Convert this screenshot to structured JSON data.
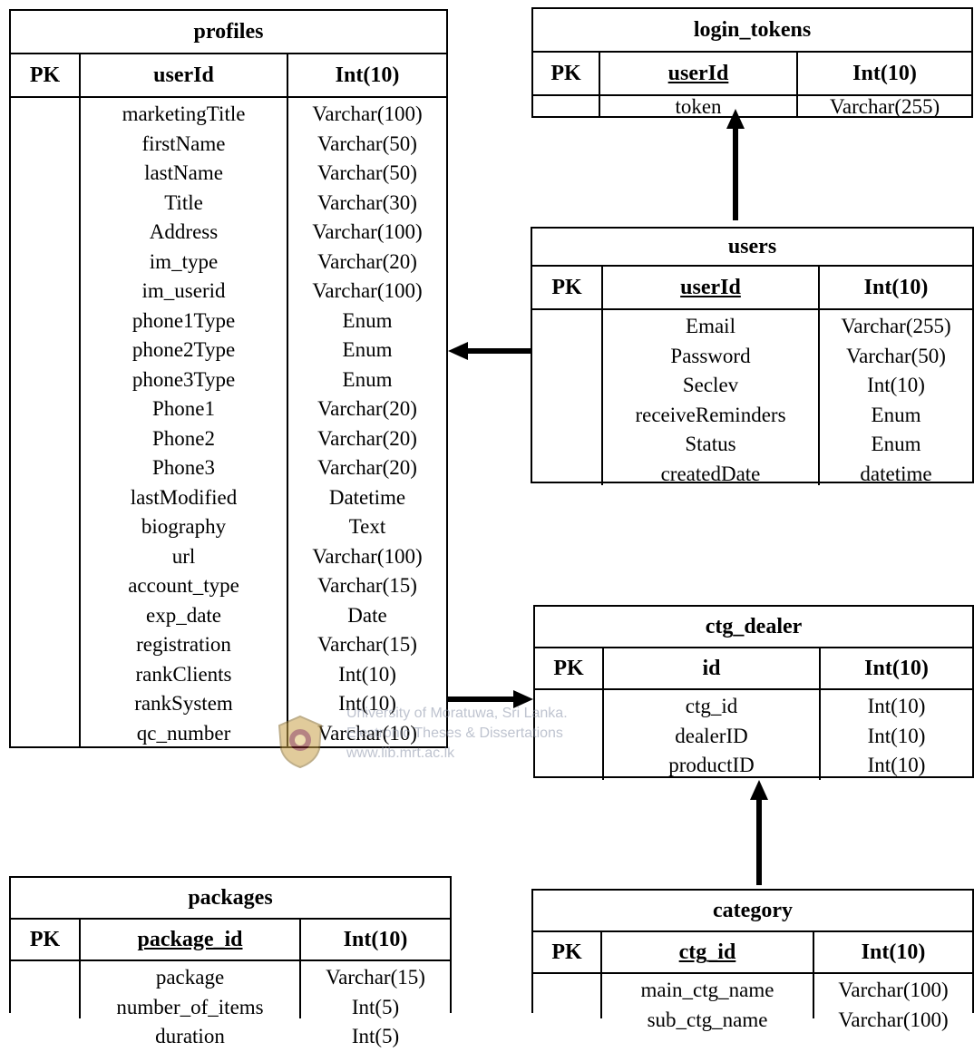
{
  "tables": {
    "profiles": {
      "name": "profiles",
      "pk_label": "PK",
      "key_field": "userId",
      "key_type": "Int(10)",
      "fields": [
        {
          "name": "marketingTitle",
          "type": "Varchar(100)"
        },
        {
          "name": "firstName",
          "type": "Varchar(50)"
        },
        {
          "name": "lastName",
          "type": "Varchar(50)"
        },
        {
          "name": "Title",
          "type": "Varchar(30)"
        },
        {
          "name": "Address",
          "type": "Varchar(100)"
        },
        {
          "name": "im_type",
          "type": "Varchar(20)"
        },
        {
          "name": "im_userid",
          "type": "Varchar(100)"
        },
        {
          "name": "phone1Type",
          "type": "Enum"
        },
        {
          "name": "phone2Type",
          "type": "Enum"
        },
        {
          "name": "phone3Type",
          "type": "Enum"
        },
        {
          "name": "Phone1",
          "type": "Varchar(20)"
        },
        {
          "name": "Phone2",
          "type": "Varchar(20)"
        },
        {
          "name": "Phone3",
          "type": "Varchar(20)"
        },
        {
          "name": "lastModified",
          "type": "Datetime"
        },
        {
          "name": "biography",
          "type": "Text"
        },
        {
          "name": "url",
          "type": "Varchar(100)"
        },
        {
          "name": "account_type",
          "type": "Varchar(15)"
        },
        {
          "name": "exp_date",
          "type": "Date"
        },
        {
          "name": "registration",
          "type": "Varchar(15)"
        },
        {
          "name": "rankClients",
          "type": "Int(10)"
        },
        {
          "name": "rankSystem",
          "type": "Int(10)"
        },
        {
          "name": "qc_number",
          "type": "Varchar(10)"
        }
      ]
    },
    "login_tokens": {
      "name": "login_tokens",
      "pk_label": "PK",
      "key_field": "userId",
      "key_type": "Int(10)",
      "fields": [
        {
          "name": "token",
          "type": "Varchar(255)"
        }
      ]
    },
    "users": {
      "name": "users",
      "pk_label": "PK",
      "key_field": "userId",
      "key_type": "Int(10)",
      "fields": [
        {
          "name": "Email",
          "type": "Varchar(255)"
        },
        {
          "name": "Password",
          "type": "Varchar(50)"
        },
        {
          "name": "Seclev",
          "type": "Int(10)"
        },
        {
          "name": "receiveReminders",
          "type": "Enum"
        },
        {
          "name": "Status",
          "type": "Enum"
        },
        {
          "name": "createdDate",
          "type": "datetime"
        }
      ]
    },
    "ctg_dealer": {
      "name": "ctg_dealer",
      "pk_label": "PK",
      "key_field": "id",
      "key_type": "Int(10)",
      "fields": [
        {
          "name": "ctg_id",
          "type": "Int(10)"
        },
        {
          "name": "dealerID",
          "type": "Int(10)"
        },
        {
          "name": "productID",
          "type": "Int(10)"
        }
      ]
    },
    "packages": {
      "name": "packages",
      "pk_label": "PK",
      "key_field": "package_id",
      "key_type": "Int(10)",
      "fields": [
        {
          "name": "package",
          "type": "Varchar(15)"
        },
        {
          "name": "number_of_items",
          "type": "Int(5)"
        },
        {
          "name": "duration",
          "type": "Int(5)"
        }
      ]
    },
    "category": {
      "name": "category",
      "pk_label": "PK",
      "key_field": "ctg_id",
      "key_type": "Int(10)",
      "fields": [
        {
          "name": "main_ctg_name",
          "type": "Varchar(100)"
        },
        {
          "name": "sub_ctg_name",
          "type": "Varchar(100)"
        }
      ]
    }
  },
  "watermark": {
    "line1": "University of Moratuwa, Sri Lanka.",
    "line2": "Electronic Theses & Dissertations",
    "line3": "www.lib.mrt.ac.lk"
  },
  "colors": {
    "line": "#000000",
    "background": "#ffffff",
    "watermark": "#8a93a8"
  }
}
